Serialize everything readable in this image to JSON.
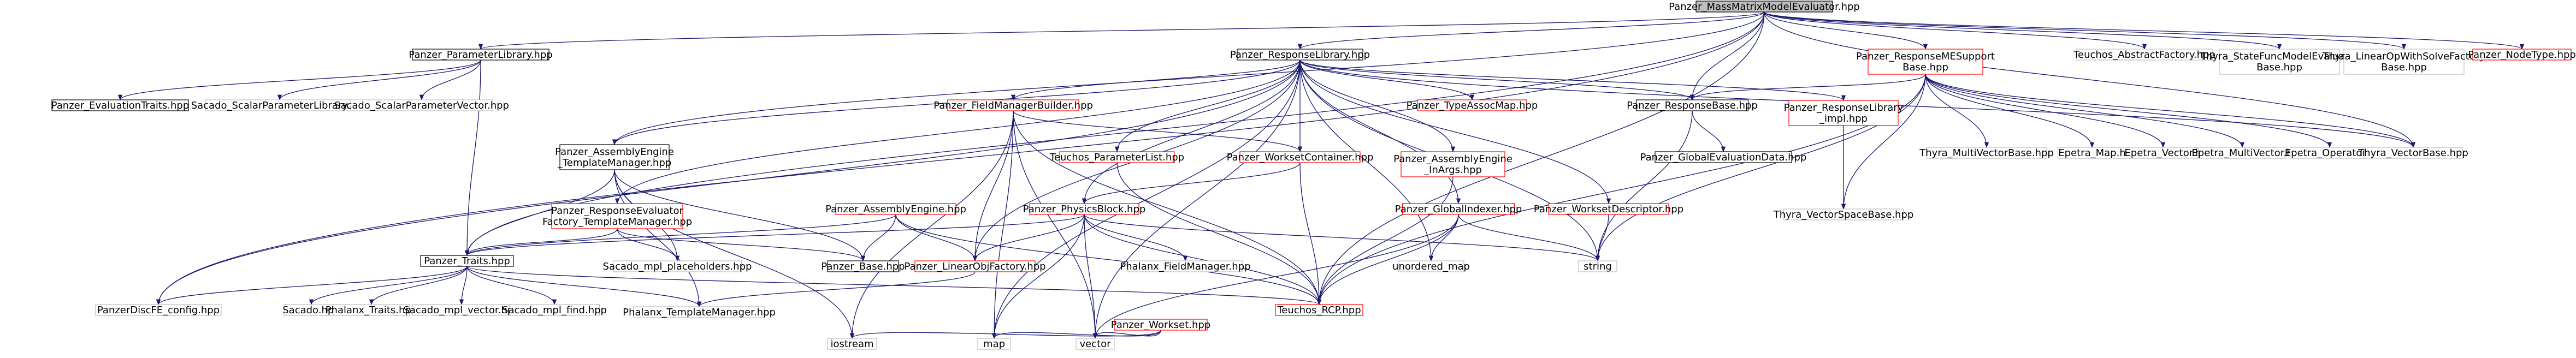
{
  "graph": {
    "root": "Panzer_MassMatrixModelEvaluator.hpp",
    "colors": {
      "edge": "#191970",
      "border_normal": "#000000",
      "border_incomplete": "#ff0000",
      "border_external": "#bfbfbf",
      "root_fill": "#bfbfbf",
      "node_fill": "#ffffff"
    },
    "nodes": [
      {
        "id": "root",
        "label": "Panzer_MassMatrixModelEvaluator.hpp",
        "lines": [
          "Panzer_MassMatrixModelEvaluator.hpp"
        ],
        "style": "root"
      },
      {
        "id": "paramlib",
        "label": "Panzer_ParameterLibrary.hpp",
        "lines": [
          "Panzer_ParameterLibrary.hpp"
        ],
        "style": "normal"
      },
      {
        "id": "resplib",
        "label": "Panzer_ResponseLibrary.hpp",
        "lines": [
          "Panzer_ResponseLibrary.hpp"
        ],
        "style": "normal"
      },
      {
        "id": "responsemesupport",
        "label": "Panzer_ResponseMESupport Base.hpp",
        "lines": [
          "Panzer_ResponseMESupport",
          "Base.hpp"
        ],
        "style": "incomplete"
      },
      {
        "id": "abstractfactory",
        "label": "Teuchos_AbstractFactory.hpp",
        "lines": [
          "Teuchos_AbstractFactory.hpp"
        ],
        "style": "external"
      },
      {
        "id": "statefunc",
        "label": "Thyra_StateFuncModelEvaluator Base.hpp",
        "lines": [
          "Thyra_StateFuncModelEvaluator",
          "Base.hpp"
        ],
        "style": "external"
      },
      {
        "id": "linearopwithsolve",
        "label": "Thyra_LinearOpWithSolveFactory Base.hpp",
        "lines": [
          "Thyra_LinearOpWithSolveFactory",
          "Base.hpp"
        ],
        "style": "external"
      },
      {
        "id": "nodetype",
        "label": "Panzer_NodeType.hpp",
        "lines": [
          "Panzer_NodeType.hpp"
        ],
        "style": "incomplete"
      },
      {
        "id": "evaltraits",
        "label": "Panzer_EvaluationTraits.hpp",
        "lines": [
          "Panzer_EvaluationTraits.hpp"
        ],
        "style": "normal"
      },
      {
        "id": "scalarparamlib",
        "label": "Sacado_ScalarParameterLibrary.hpp",
        "lines": [
          "Sacado_ScalarParameterLibrary.hpp"
        ],
        "style": "external"
      },
      {
        "id": "scalarparamvec",
        "label": "Sacado_ScalarParameterVector.hpp",
        "lines": [
          "Sacado_ScalarParameterVector.hpp"
        ],
        "style": "external"
      },
      {
        "id": "fmbuilder",
        "label": "Panzer_FieldManagerBuilder.hpp",
        "lines": [
          "Panzer_FieldManagerBuilder.hpp"
        ],
        "style": "incomplete"
      },
      {
        "id": "typeassocmap",
        "label": "Panzer_TypeAssocMap.hpp",
        "lines": [
          "Panzer_TypeAssocMap.hpp"
        ],
        "style": "incomplete"
      },
      {
        "id": "responsebase",
        "label": "Panzer_ResponseBase.hpp",
        "lines": [
          "Panzer_ResponseBase.hpp"
        ],
        "style": "normal"
      },
      {
        "id": "resplibimpl",
        "label": "Panzer_ResponseLibrary _impl.hpp",
        "lines": [
          "Panzer_ResponseLibrary",
          "_impl.hpp"
        ],
        "style": "incomplete"
      },
      {
        "id": "multivecbase",
        "label": "Thyra_MultiVectorBase.hpp",
        "lines": [
          "Thyra_MultiVectorBase.hpp"
        ],
        "style": "external"
      },
      {
        "id": "epetramap",
        "label": "Epetra_Map.h",
        "lines": [
          "Epetra_Map.h"
        ],
        "style": "external"
      },
      {
        "id": "epetravector",
        "label": "Epetra_Vector.h",
        "lines": [
          "Epetra_Vector.h"
        ],
        "style": "external"
      },
      {
        "id": "epetramultivector",
        "label": "Epetra_MultiVector.h",
        "lines": [
          "Epetra_MultiVector.h"
        ],
        "style": "external"
      },
      {
        "id": "epetraoperator",
        "label": "Epetra_Operator.h",
        "lines": [
          "Epetra_Operator.h"
        ],
        "style": "external"
      },
      {
        "id": "vectorbase",
        "label": "Thyra_VectorBase.hpp",
        "lines": [
          "Thyra_VectorBase.hpp"
        ],
        "style": "external"
      },
      {
        "id": "aetemplatemgr",
        "label": "Panzer_AssemblyEngine _TemplateManager.hpp",
        "lines": [
          "Panzer_AssemblyEngine",
          "_TemplateManager.hpp"
        ],
        "style": "normal"
      },
      {
        "id": "paramlist",
        "label": "Teuchos_ParameterList.hpp",
        "lines": [
          "Teuchos_ParameterList.hpp"
        ],
        "style": "incomplete"
      },
      {
        "id": "worksetcontainer",
        "label": "Panzer_WorksetContainer.hpp",
        "lines": [
          "Panzer_WorksetContainer.hpp"
        ],
        "style": "incomplete"
      },
      {
        "id": "aeinargs",
        "label": "Panzer_AssemblyEngine _InArgs.hpp",
        "lines": [
          "Panzer_AssemblyEngine",
          "_InArgs.hpp"
        ],
        "style": "incomplete"
      },
      {
        "id": "globalevaldata",
        "label": "Panzer_GlobalEvaluationData.hpp",
        "lines": [
          "Panzer_GlobalEvaluationData.hpp"
        ],
        "style": "normal"
      },
      {
        "id": "vectorspacebase",
        "label": "Thyra_VectorSpaceBase.hpp",
        "lines": [
          "Thyra_VectorSpaceBase.hpp"
        ],
        "style": "external"
      },
      {
        "id": "reftemplatemgr",
        "label": "Panzer_ResponseEvaluator Factory_TemplateManager.hpp",
        "lines": [
          "Panzer_ResponseEvaluator",
          "Factory_TemplateManager.hpp"
        ],
        "style": "incomplete"
      },
      {
        "id": "assemblyengine",
        "label": "Panzer_AssemblyEngine.hpp",
        "lines": [
          "Panzer_AssemblyEngine.hpp"
        ],
        "style": "incomplete"
      },
      {
        "id": "physicsblock",
        "label": "Panzer_PhysicsBlock.hpp",
        "lines": [
          "Panzer_PhysicsBlock.hpp"
        ],
        "style": "incomplete"
      },
      {
        "id": "globalindexer",
        "label": "Panzer_GlobalIndexer.hpp",
        "lines": [
          "Panzer_GlobalIndexer.hpp"
        ],
        "style": "incomplete"
      },
      {
        "id": "worksetdescriptor",
        "label": "Panzer_WorksetDescriptor.hpp",
        "lines": [
          "Panzer_WorksetDescriptor.hpp"
        ],
        "style": "incomplete"
      },
      {
        "id": "traits",
        "label": "Panzer_Traits.hpp",
        "lines": [
          "Panzer_Traits.hpp"
        ],
        "style": "normal"
      },
      {
        "id": "placeholders",
        "label": "Sacado_mpl_placeholders.hpp",
        "lines": [
          "Sacado_mpl_placeholders.hpp"
        ],
        "style": "external"
      },
      {
        "id": "panzerbase",
        "label": "Panzer_Base.hpp",
        "lines": [
          "Panzer_Base.hpp"
        ],
        "style": "normal"
      },
      {
        "id": "linearobjfactory",
        "label": "Panzer_LinearObjFactory.hpp",
        "lines": [
          "Panzer_LinearObjFactory.hpp"
        ],
        "style": "incomplete"
      },
      {
        "id": "phalanxfm",
        "label": "Phalanx_FieldManager.hpp",
        "lines": [
          "Phalanx_FieldManager.hpp"
        ],
        "style": "external"
      },
      {
        "id": "unorderedmap",
        "label": "unordered_map",
        "lines": [
          "unordered_map"
        ],
        "style": "external"
      },
      {
        "id": "string",
        "label": "string",
        "lines": [
          "string"
        ],
        "style": "external"
      },
      {
        "id": "discfeconfig",
        "label": "PanzerDiscFE_config.hpp",
        "lines": [
          "PanzerDiscFE_config.hpp"
        ],
        "style": "external"
      },
      {
        "id": "sacado",
        "label": "Sacado.hpp",
        "lines": [
          "Sacado.hpp"
        ],
        "style": "external"
      },
      {
        "id": "phalanxtraits",
        "label": "Phalanx_Traits.hpp",
        "lines": [
          "Phalanx_Traits.hpp"
        ],
        "style": "external"
      },
      {
        "id": "mplvector",
        "label": "Sacado_mpl_vector.hpp",
        "lines": [
          "Sacado_mpl_vector.hpp"
        ],
        "style": "external"
      },
      {
        "id": "mplfind",
        "label": "Sacado_mpl_find.hpp",
        "lines": [
          "Sacado_mpl_find.hpp"
        ],
        "style": "external"
      },
      {
        "id": "phalanxtm",
        "label": "Phalanx_TemplateManager.hpp",
        "lines": [
          "Phalanx_TemplateManager.hpp"
        ],
        "style": "external"
      },
      {
        "id": "rcp",
        "label": "Teuchos_RCP.hpp",
        "lines": [
          "Teuchos_RCP.hpp"
        ],
        "style": "incomplete"
      },
      {
        "id": "workset",
        "label": "Panzer_Workset.hpp",
        "lines": [
          "Panzer_Workset.hpp"
        ],
        "style": "incomplete"
      },
      {
        "id": "iostream",
        "label": "iostream",
        "lines": [
          "iostream"
        ],
        "style": "external"
      },
      {
        "id": "map",
        "label": "map",
        "lines": [
          "map"
        ],
        "style": "external"
      },
      {
        "id": "vector",
        "label": "vector",
        "lines": [
          "vector"
        ],
        "style": "external"
      }
    ],
    "edges": [
      [
        "root",
        "paramlib"
      ],
      [
        "root",
        "resplib"
      ],
      [
        "root",
        "responsemesupport"
      ],
      [
        "root",
        "abstractfactory"
      ],
      [
        "root",
        "statefunc"
      ],
      [
        "root",
        "linearopwithsolve"
      ],
      [
        "root",
        "nodetype"
      ],
      [
        "root",
        "vectorbase"
      ],
      [
        "root",
        "rcp"
      ],
      [
        "root",
        "traits"
      ],
      [
        "root",
        "discfeconfig"
      ],
      [
        "root",
        "aetemplatemgr"
      ],
      [
        "root",
        "responsebase"
      ],
      [
        "paramlib",
        "evaltraits"
      ],
      [
        "paramlib",
        "scalarparamlib"
      ],
      [
        "paramlib",
        "scalarparamvec"
      ],
      [
        "paramlib",
        "traits"
      ],
      [
        "resplib",
        "fmbuilder"
      ],
      [
        "resplib",
        "typeassocmap"
      ],
      [
        "resplib",
        "responsebase"
      ],
      [
        "resplib",
        "resplibimpl"
      ],
      [
        "resplib",
        "aetemplatemgr"
      ],
      [
        "resplib",
        "paramlist"
      ],
      [
        "resplib",
        "worksetcontainer"
      ],
      [
        "resplib",
        "aeinargs"
      ],
      [
        "resplib",
        "reftemplatemgr"
      ],
      [
        "resplib",
        "physicsblock"
      ],
      [
        "resplib",
        "globalindexer"
      ],
      [
        "resplib",
        "worksetdescriptor"
      ],
      [
        "resplib",
        "linearobjfactory"
      ],
      [
        "resplib",
        "string"
      ],
      [
        "resplib",
        "unorderedmap"
      ],
      [
        "resplib",
        "map"
      ],
      [
        "resplib",
        "vector"
      ],
      [
        "resplib",
        "discfeconfig"
      ],
      [
        "resplib",
        "vectorbase"
      ],
      [
        "responsemesupport",
        "responsebase"
      ],
      [
        "responsemesupport",
        "multivecbase"
      ],
      [
        "responsemesupport",
        "epetramap"
      ],
      [
        "responsemesupport",
        "epetravector"
      ],
      [
        "responsemesupport",
        "epetramultivector"
      ],
      [
        "responsemesupport",
        "epetraoperator"
      ],
      [
        "responsemesupport",
        "vectorbase"
      ],
      [
        "responsemesupport",
        "vectorspacebase"
      ],
      [
        "responsemesupport",
        "rcp"
      ],
      [
        "responsemesupport",
        "string"
      ],
      [
        "fmbuilder",
        "worksetcontainer"
      ],
      [
        "fmbuilder",
        "linearobjfactory"
      ],
      [
        "fmbuilder",
        "iostream"
      ],
      [
        "fmbuilder",
        "map"
      ],
      [
        "fmbuilder",
        "vector"
      ],
      [
        "fmbuilder",
        "rcp"
      ],
      [
        "responsebase",
        "globalevaldata"
      ],
      [
        "responsebase",
        "string"
      ],
      [
        "resplibimpl",
        "vectorspacebase"
      ],
      [
        "aetemplatemgr",
        "traits"
      ],
      [
        "aetemplatemgr",
        "panzerbase"
      ],
      [
        "aetemplatemgr",
        "placeholders"
      ],
      [
        "aetemplatemgr",
        "phalanxtm"
      ],
      [
        "aetemplatemgr",
        "iostream"
      ],
      [
        "paramlist",
        "rcp"
      ],
      [
        "worksetcontainer",
        "physicsblock"
      ],
      [
        "worksetcontainer",
        "rcp"
      ],
      [
        "aeinargs",
        "rcp"
      ],
      [
        "reftemplatemgr",
        "traits"
      ],
      [
        "reftemplatemgr",
        "panzerbase"
      ],
      [
        "reftemplatemgr",
        "placeholders"
      ],
      [
        "assemblyengine",
        "traits"
      ],
      [
        "assemblyengine",
        "panzerbase"
      ],
      [
        "assemblyengine",
        "linearobjfactory"
      ],
      [
        "assemblyengine",
        "rcp"
      ],
      [
        "physicsblock",
        "traits"
      ],
      [
        "physicsblock",
        "phalanxfm"
      ],
      [
        "physicsblock",
        "linearobjfactory"
      ],
      [
        "physicsblock",
        "string"
      ],
      [
        "physicsblock",
        "map"
      ],
      [
        "physicsblock",
        "vector"
      ],
      [
        "physicsblock",
        "rcp"
      ],
      [
        "globalindexer",
        "unorderedmap"
      ],
      [
        "globalindexer",
        "string"
      ],
      [
        "globalindexer",
        "vector"
      ],
      [
        "globalindexer",
        "rcp"
      ],
      [
        "worksetdescriptor",
        "string"
      ],
      [
        "traits",
        "discfeconfig"
      ],
      [
        "traits",
        "sacado"
      ],
      [
        "traits",
        "phalanxtraits"
      ],
      [
        "traits",
        "mplvector"
      ],
      [
        "traits",
        "mplfind"
      ],
      [
        "traits",
        "phalanxtm"
      ],
      [
        "traits",
        "rcp"
      ],
      [
        "linearobjfactory",
        "phalanxtm"
      ],
      [
        "workset",
        "iostream"
      ],
      [
        "workset",
        "map"
      ],
      [
        "workset",
        "vector"
      ]
    ]
  }
}
